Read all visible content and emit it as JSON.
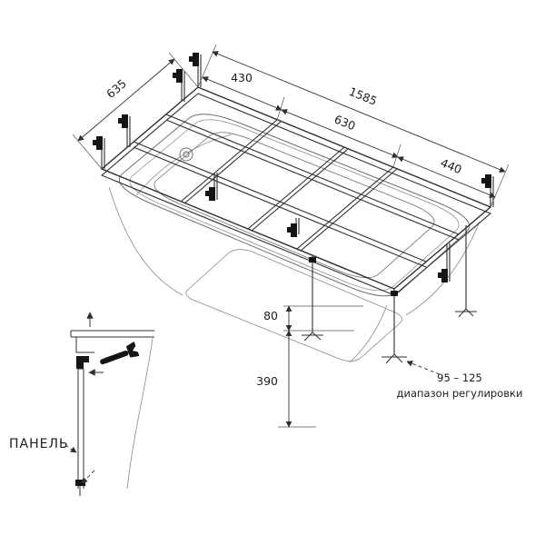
{
  "diagram": {
    "dims": {
      "overall_length": "1585",
      "left_width": "635",
      "seg1": "430",
      "seg2": "630",
      "seg3": "440",
      "apron_gap": "80",
      "leg_height": "390"
    },
    "adjust": {
      "range": "95 – 125",
      "caption": "диапазон регулировки"
    },
    "panel_label": "ПАНЕЛЬ",
    "colors": {
      "line": "#2f2f2f",
      "tub": "#6f6f6f",
      "bracket": "#151515",
      "background": "#ffffff"
    }
  }
}
